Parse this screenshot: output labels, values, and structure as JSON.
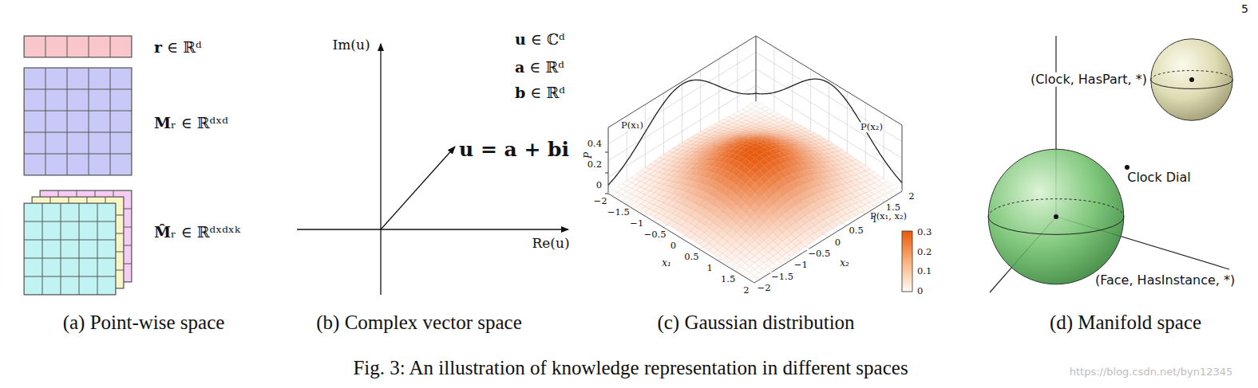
{
  "diagram": {
    "caption": "Fig. 3: An illustration of knowledge representation in different spaces",
    "nodes": [
      {
        "text": [
          "(Clock, HasPart, *)"
        ]
      },
      {
        "text": [
          "(Face, HasInstance, *)"
        ]
      }
    ],
    "labels": [
      "5",
      "r ∈ ℝᵈ",
      "Mᵣ ∈ ℝᵈˣᵈ",
      "M̂ᵣ ∈ ℝᵈˣᵈˣᵏ",
      "(a) Point-wise space",
      "Im(u)",
      "u ∈ ℂᵈ",
      "a ∈ ℝᵈ",
      "b ∈ ℝᵈ",
      "u = a + bi",
      "Re(u)",
      "(b) Complex vector space",
      "P(x₁)",
      "P(x₂)",
      "P",
      "0.4",
      "0.2",
      "0",
      "−2",
      "−1.5",
      "−1",
      "−0.5",
      "0",
      "0.5",
      "1",
      "1.5",
      "2",
      "x₁",
      "−2",
      "−1.5",
      "−1",
      "−0.5",
      "0",
      "0.5",
      "1",
      "1.5",
      "2",
      "x₂",
      "P(x₁, x₂)",
      "0.3",
      "0.2",
      "0.1",
      "0",
      "(c) Gaussian distribution",
      "Clock Dial",
      "(d) Manifold space",
      "https://blog.csdn.net/byn12345"
    ]
  }
}
